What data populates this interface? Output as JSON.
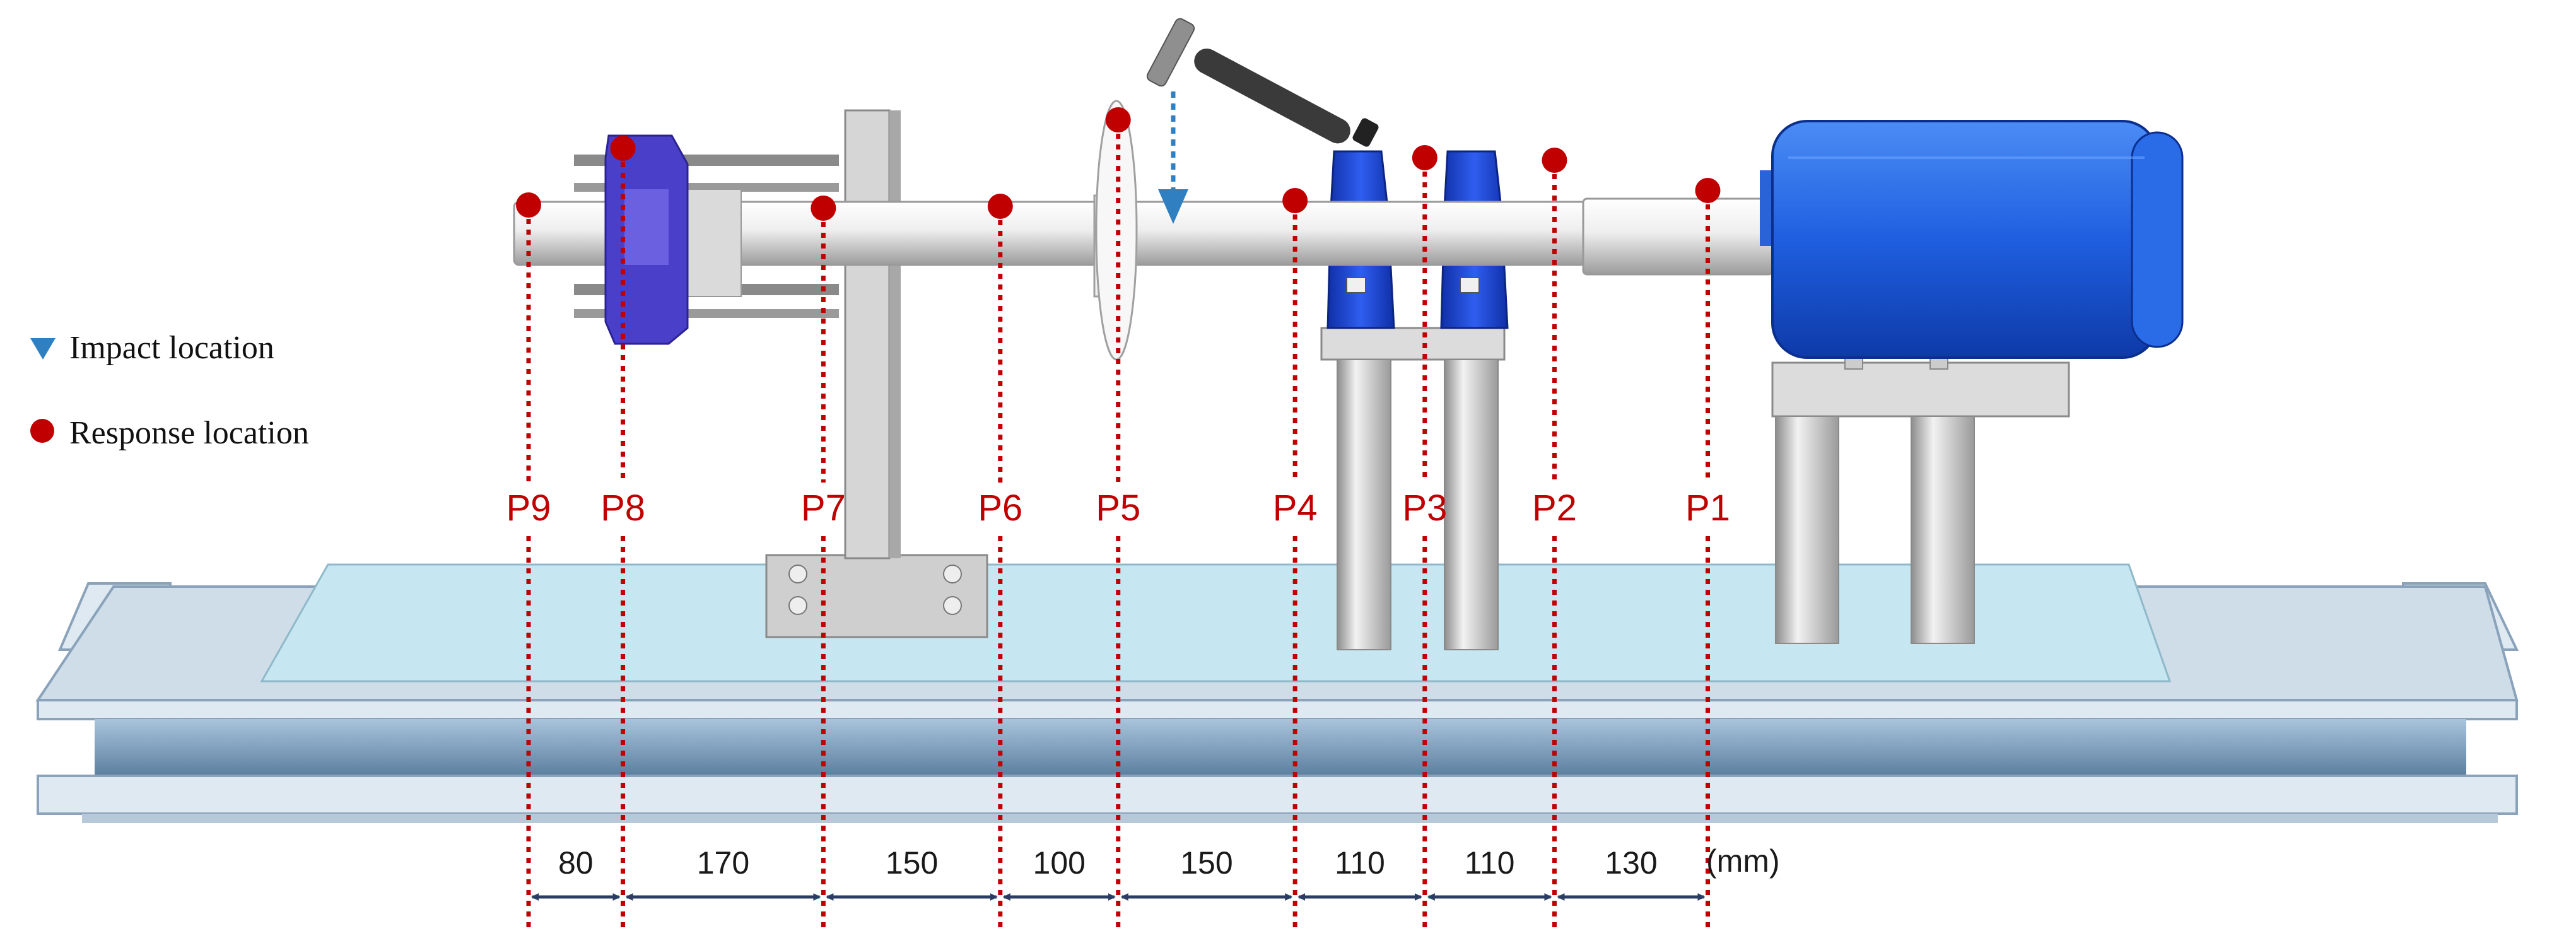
{
  "legend": {
    "impact_label": "Impact location",
    "response_label": "Response location"
  },
  "points": [
    {
      "label": "P9"
    },
    {
      "label": "P8"
    },
    {
      "label": "P7"
    },
    {
      "label": "P6"
    },
    {
      "label": "P5"
    },
    {
      "label": "P4"
    },
    {
      "label": "P3"
    },
    {
      "label": "P2"
    },
    {
      "label": "P1"
    }
  ],
  "spacings": [
    {
      "value": "80",
      "mm": 80
    },
    {
      "value": "170",
      "mm": 170
    },
    {
      "value": "150",
      "mm": 150
    },
    {
      "value": "100",
      "mm": 100
    },
    {
      "value": "150",
      "mm": 150
    },
    {
      "value": "110",
      "mm": 110
    },
    {
      "value": "110",
      "mm": 110
    },
    {
      "value": "130",
      "mm": 130
    }
  ],
  "unit_label": "(mm)",
  "colors": {
    "response_dot": "#c00000",
    "impact_marker": "#2f7fc1",
    "point_label": "#c00000",
    "dimension_arrow": "#2b3c63",
    "motor": "#1f5fe0",
    "bearing_housing": "#1a3fcf",
    "coupling": "#4a3fc9",
    "base_plate": "#bfe3f0",
    "steel_frame": "#6f93b3",
    "shaft": "#e6e6e6",
    "support_metal": "#c9c9c9"
  },
  "icons": [
    "impact-hammer-icon",
    "impact-arrow-icon",
    "response-dot-icon"
  ]
}
